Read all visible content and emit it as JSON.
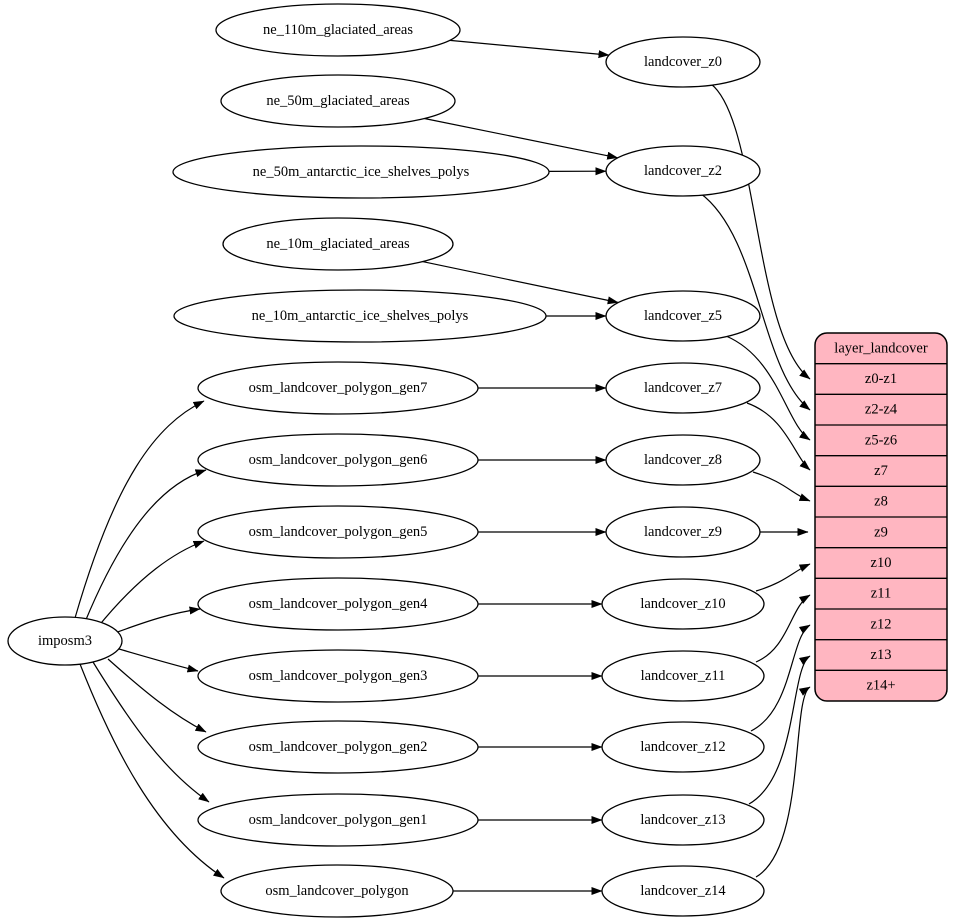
{
  "colors": {
    "background": "#ffffff",
    "node_fill": "#ffffff",
    "node_stroke": "#000000",
    "edge_color": "#000000",
    "text_color": "#000000",
    "table_fill": "#ffb6c1",
    "table_stroke": "#000000"
  },
  "nodes": [
    {
      "id": "imposm3",
      "label": "imposm3"
    },
    {
      "id": "ne_110m_glaciated_areas",
      "label": "ne_110m_glaciated_areas"
    },
    {
      "id": "ne_50m_glaciated_areas",
      "label": "ne_50m_glaciated_areas"
    },
    {
      "id": "ne_50m_antarctic_ice_shelves_polys",
      "label": "ne_50m_antarctic_ice_shelves_polys"
    },
    {
      "id": "ne_10m_glaciated_areas",
      "label": "ne_10m_glaciated_areas"
    },
    {
      "id": "ne_10m_antarctic_ice_shelves_polys",
      "label": "ne_10m_antarctic_ice_shelves_polys"
    },
    {
      "id": "osm_landcover_polygon_gen7",
      "label": "osm_landcover_polygon_gen7"
    },
    {
      "id": "osm_landcover_polygon_gen6",
      "label": "osm_landcover_polygon_gen6"
    },
    {
      "id": "osm_landcover_polygon_gen5",
      "label": "osm_landcover_polygon_gen5"
    },
    {
      "id": "osm_landcover_polygon_gen4",
      "label": "osm_landcover_polygon_gen4"
    },
    {
      "id": "osm_landcover_polygon_gen3",
      "label": "osm_landcover_polygon_gen3"
    },
    {
      "id": "osm_landcover_polygon_gen2",
      "label": "osm_landcover_polygon_gen2"
    },
    {
      "id": "osm_landcover_polygon_gen1",
      "label": "osm_landcover_polygon_gen1"
    },
    {
      "id": "osm_landcover_polygon",
      "label": "osm_landcover_polygon"
    },
    {
      "id": "landcover_z0",
      "label": "landcover_z0"
    },
    {
      "id": "landcover_z2",
      "label": "landcover_z2"
    },
    {
      "id": "landcover_z5",
      "label": "landcover_z5"
    },
    {
      "id": "landcover_z7",
      "label": "landcover_z7"
    },
    {
      "id": "landcover_z8",
      "label": "landcover_z8"
    },
    {
      "id": "landcover_z9",
      "label": "landcover_z9"
    },
    {
      "id": "landcover_z10",
      "label": "landcover_z10"
    },
    {
      "id": "landcover_z11",
      "label": "landcover_z11"
    },
    {
      "id": "landcover_z12",
      "label": "landcover_z12"
    },
    {
      "id": "landcover_z13",
      "label": "landcover_z13"
    },
    {
      "id": "landcover_z14",
      "label": "landcover_z14"
    }
  ],
  "table": {
    "id": "layer_landcover",
    "header": "layer_landcover",
    "rows": [
      "z0-z1",
      "z2-z4",
      "z5-z6",
      "z7",
      "z8",
      "z9",
      "z10",
      "z11",
      "z12",
      "z13",
      "z14+"
    ]
  },
  "edges": [
    {
      "from": "imposm3",
      "to": "osm_landcover_polygon_gen7"
    },
    {
      "from": "imposm3",
      "to": "osm_landcover_polygon_gen6"
    },
    {
      "from": "imposm3",
      "to": "osm_landcover_polygon_gen5"
    },
    {
      "from": "imposm3",
      "to": "osm_landcover_polygon_gen4"
    },
    {
      "from": "imposm3",
      "to": "osm_landcover_polygon_gen3"
    },
    {
      "from": "imposm3",
      "to": "osm_landcover_polygon_gen2"
    },
    {
      "from": "imposm3",
      "to": "osm_landcover_polygon_gen1"
    },
    {
      "from": "imposm3",
      "to": "osm_landcover_polygon"
    },
    {
      "from": "ne_110m_glaciated_areas",
      "to": "landcover_z0"
    },
    {
      "from": "ne_50m_glaciated_areas",
      "to": "landcover_z2"
    },
    {
      "from": "ne_50m_antarctic_ice_shelves_polys",
      "to": "landcover_z2"
    },
    {
      "from": "ne_10m_glaciated_areas",
      "to": "landcover_z5"
    },
    {
      "from": "ne_10m_antarctic_ice_shelves_polys",
      "to": "landcover_z5"
    },
    {
      "from": "osm_landcover_polygon_gen7",
      "to": "landcover_z7"
    },
    {
      "from": "osm_landcover_polygon_gen6",
      "to": "landcover_z8"
    },
    {
      "from": "osm_landcover_polygon_gen5",
      "to": "landcover_z9"
    },
    {
      "from": "osm_landcover_polygon_gen4",
      "to": "landcover_z10"
    },
    {
      "from": "osm_landcover_polygon_gen3",
      "to": "landcover_z11"
    },
    {
      "from": "osm_landcover_polygon_gen2",
      "to": "landcover_z12"
    },
    {
      "from": "osm_landcover_polygon_gen1",
      "to": "landcover_z13"
    },
    {
      "from": "osm_landcover_polygon",
      "to": "landcover_z14"
    },
    {
      "from": "landcover_z0",
      "to": "layer_landcover.z0-z1"
    },
    {
      "from": "landcover_z2",
      "to": "layer_landcover.z2-z4"
    },
    {
      "from": "landcover_z5",
      "to": "layer_landcover.z5-z6"
    },
    {
      "from": "landcover_z7",
      "to": "layer_landcover.z7"
    },
    {
      "from": "landcover_z8",
      "to": "layer_landcover.z8"
    },
    {
      "from": "landcover_z9",
      "to": "layer_landcover.z9"
    },
    {
      "from": "landcover_z10",
      "to": "layer_landcover.z10"
    },
    {
      "from": "landcover_z11",
      "to": "layer_landcover.z11"
    },
    {
      "from": "landcover_z12",
      "to": "layer_landcover.z12"
    },
    {
      "from": "landcover_z13",
      "to": "layer_landcover.z13"
    },
    {
      "from": "landcover_z14",
      "to": "layer_landcover.z14+"
    }
  ]
}
